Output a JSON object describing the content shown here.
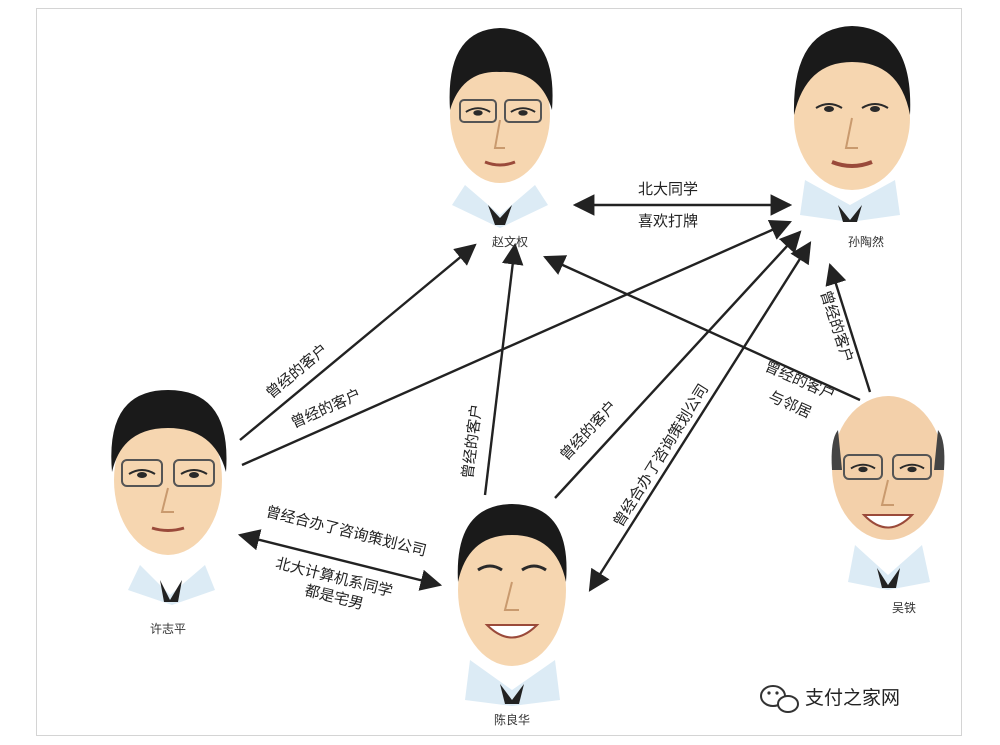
{
  "people": {
    "zhao": "赵文权",
    "sun": "孙陶然",
    "xu": "许志平",
    "chen": "陈良华",
    "wu": "吴铁"
  },
  "relations": {
    "zhao_sun_1": "北大同学",
    "zhao_sun_2": "喜欢打牌",
    "xu_zhao": "曾经的客户",
    "xu_sun": "曾经的客户",
    "chen_zhao": "曾经的客户",
    "chen_sun_client": "曾经的客户",
    "chen_sun_co": "曾经合办了咨询策划公司",
    "wu_zhao_1": "曾经的客户",
    "wu_zhao_2": "与邻居",
    "wu_sun": "曾经的客户",
    "xu_chen_1": "曾经合办了咨询策划公司",
    "xu_chen_2": "北大计算机系同学",
    "xu_chen_3": "都是宅男"
  },
  "watermark": "支付之家网",
  "colors": {
    "skin": "#f6d6b0",
    "skin_shade": "#e8b98c",
    "hair": "#1a1a1a",
    "shirt": "#dcebf5",
    "arrow": "#222222"
  }
}
